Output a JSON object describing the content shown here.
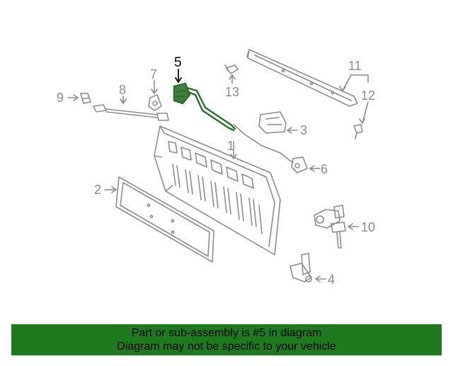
{
  "diagram": {
    "callouts": [
      {
        "id": "1",
        "label": "1"
      },
      {
        "id": "2",
        "label": "2"
      },
      {
        "id": "3",
        "label": "3"
      },
      {
        "id": "4",
        "label": "4"
      },
      {
        "id": "5",
        "label": "5"
      },
      {
        "id": "6",
        "label": "6"
      },
      {
        "id": "7",
        "label": "7"
      },
      {
        "id": "8",
        "label": "8"
      },
      {
        "id": "9",
        "label": "9"
      },
      {
        "id": "10",
        "label": "10"
      },
      {
        "id": "11",
        "label": "11"
      },
      {
        "id": "12",
        "label": "12"
      },
      {
        "id": "13",
        "label": "13"
      }
    ],
    "highlighted_part": "5"
  },
  "footer": {
    "line1": "Part or sub-assembly is #5 in diagram",
    "line2": "Diagram may not be specific to your vehicle"
  },
  "colors": {
    "line_art": "#8c8c8c",
    "highlight_part": "#2e6b2e",
    "footer_bg": "#1f7a1f",
    "text_active": "#000000"
  }
}
